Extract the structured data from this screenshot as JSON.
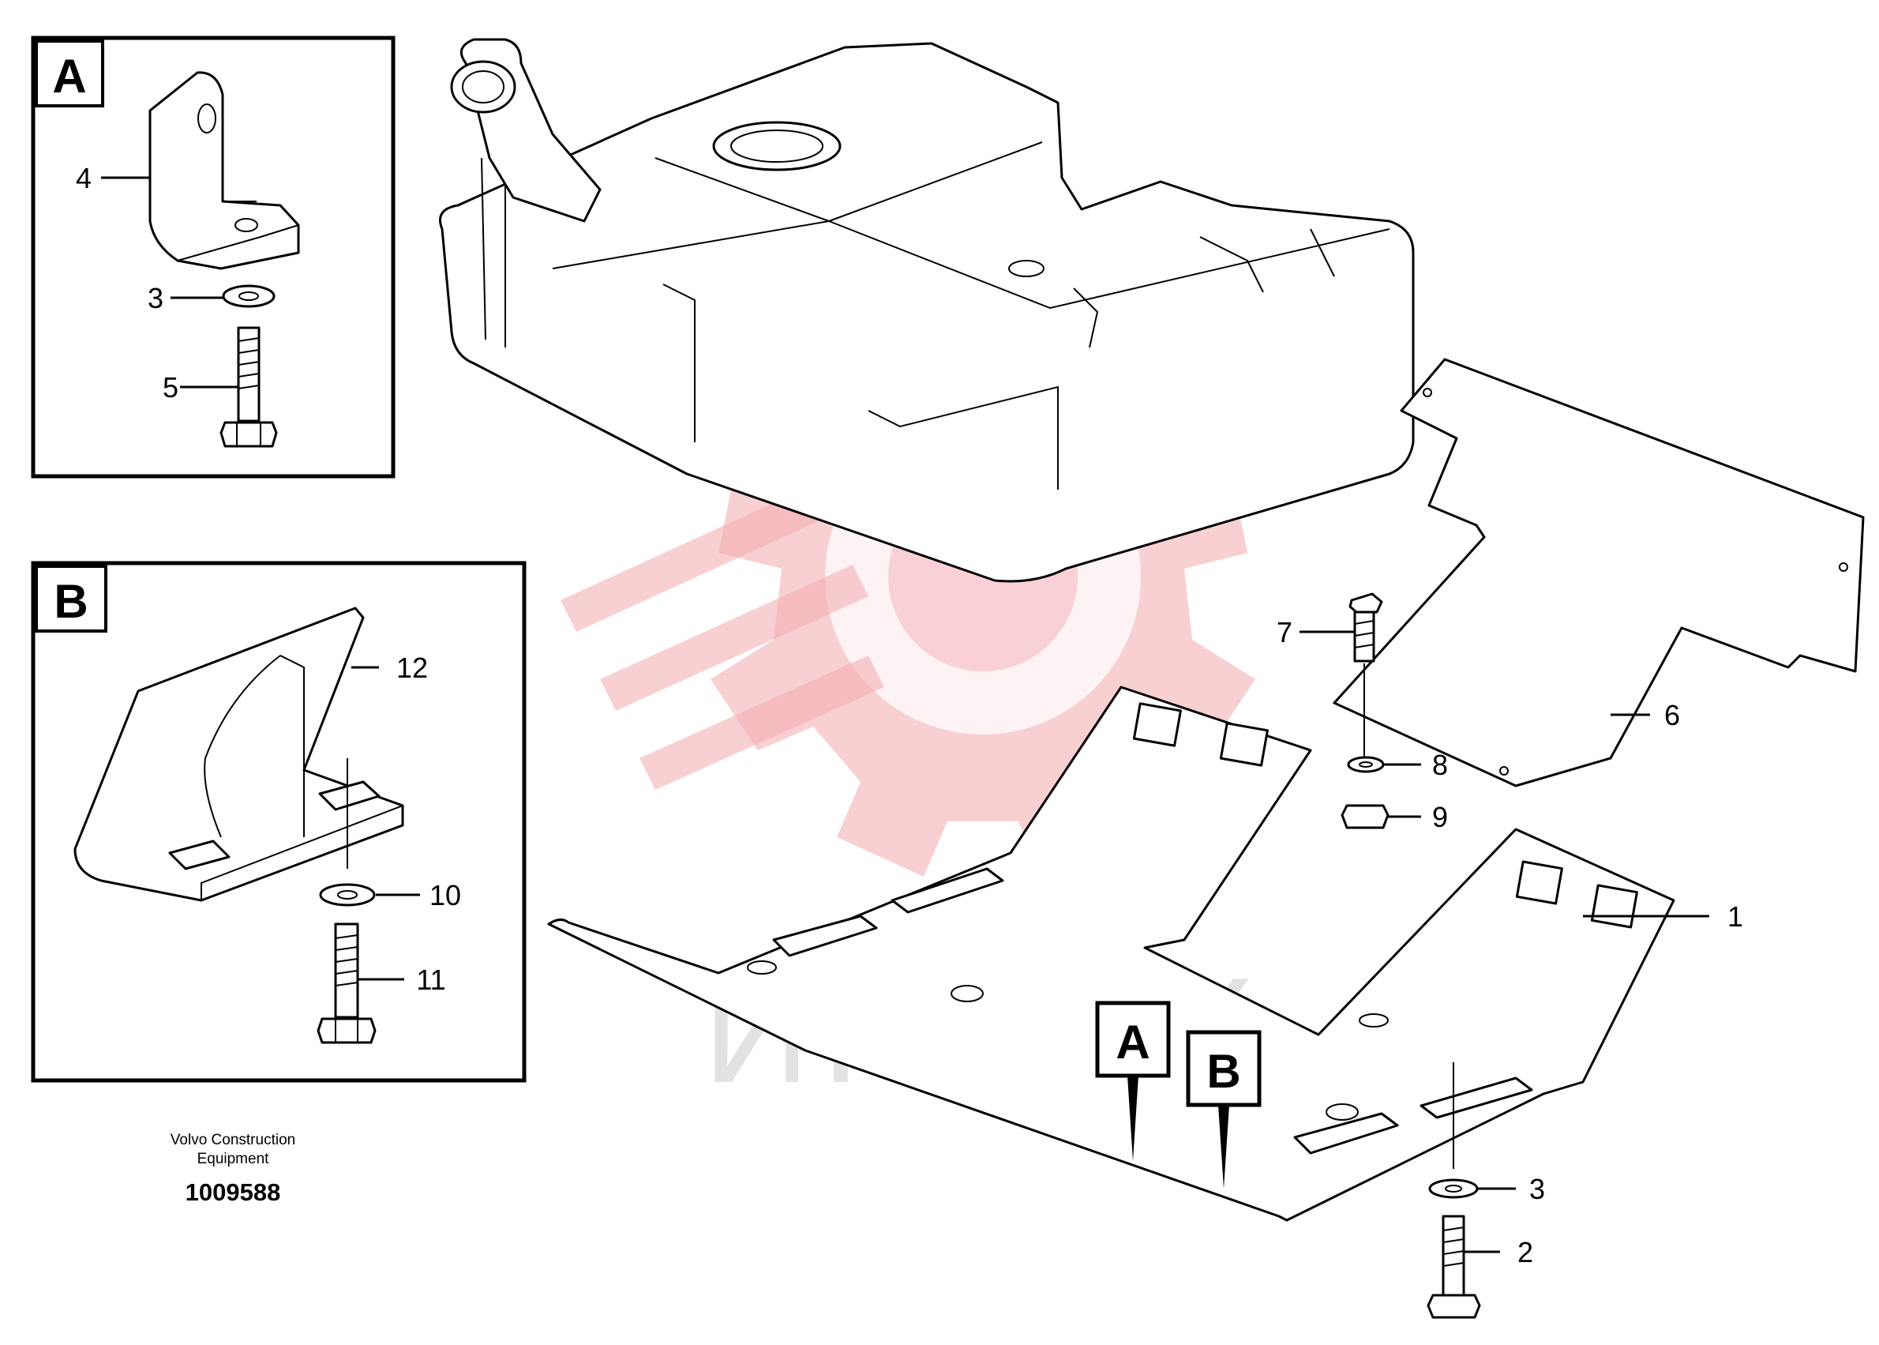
{
  "detail_a": {
    "letter": "A",
    "callouts": [
      "4",
      "3",
      "5"
    ]
  },
  "detail_b": {
    "letter": "B",
    "callouts": [
      "12",
      "10",
      "11"
    ]
  },
  "main_view": {
    "callouts": {
      "c1": "1",
      "c2": "2",
      "c3": "3",
      "c6": "6",
      "c7": "7",
      "c8": "8",
      "c9": "9"
    },
    "pointer_a": "A",
    "pointer_b": "B"
  },
  "watermark": "ИНТЕХ",
  "publisher_line1": "Volvo Construction",
  "publisher_line2": "Equipment",
  "drawing_number": "1009588"
}
